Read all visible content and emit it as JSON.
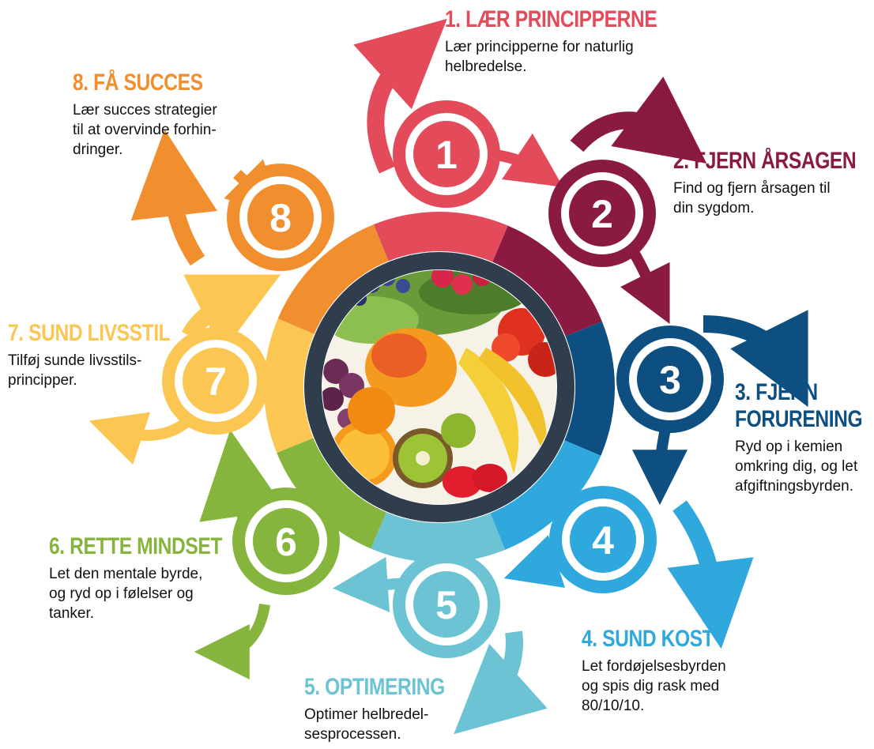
{
  "center_image": {
    "icon": "fruit-and-vegetable-bowl",
    "ring_color": "#2f3d4c"
  },
  "steps": [
    {
      "number": "1",
      "title": "1. LÆR PRINCIPPERNE",
      "description": "Lær principperne for naturlig\nhelbredelse.",
      "color": "#e34b5a"
    },
    {
      "number": "2",
      "title": "2. FJERN ÅRSAGEN",
      "description": "Find og fjern årsagen til\ndin sygdom.",
      "color": "#8b1a42"
    },
    {
      "number": "3",
      "title": "3. FJERN\nFORURENING",
      "description": "Ryd op i kemien\nomkring dig, og let\nafgiftningsbyrden.",
      "color": "#0d4f80"
    },
    {
      "number": "4",
      "title": "4. SUND KOST",
      "description": "Let fordøjelsesbyrden\nog spis dig rask med\n80/10/10.",
      "color": "#2fa8dd"
    },
    {
      "number": "5",
      "title": "5. OPTIMERING",
      "description": "Optimer helbredel-\nsesprocessen.",
      "color": "#6cc3d3"
    },
    {
      "number": "6",
      "title": "6. RETTE MINDSET",
      "description": "Let den mentale byrde,\nog ryd op i følelser og\ntanker.",
      "color": "#86b53e"
    },
    {
      "number": "7",
      "title": "7. SUND LIVSSTIL",
      "description": "Tilføj sunde livsstils-\nprincipper.",
      "color": "#fbc652"
    },
    {
      "number": "8",
      "title": "8. FÅ SUCCES",
      "description": "Lær succes strategier\ntil at overvinde forhin-\ndringer.",
      "color": "#f18e2d"
    }
  ]
}
